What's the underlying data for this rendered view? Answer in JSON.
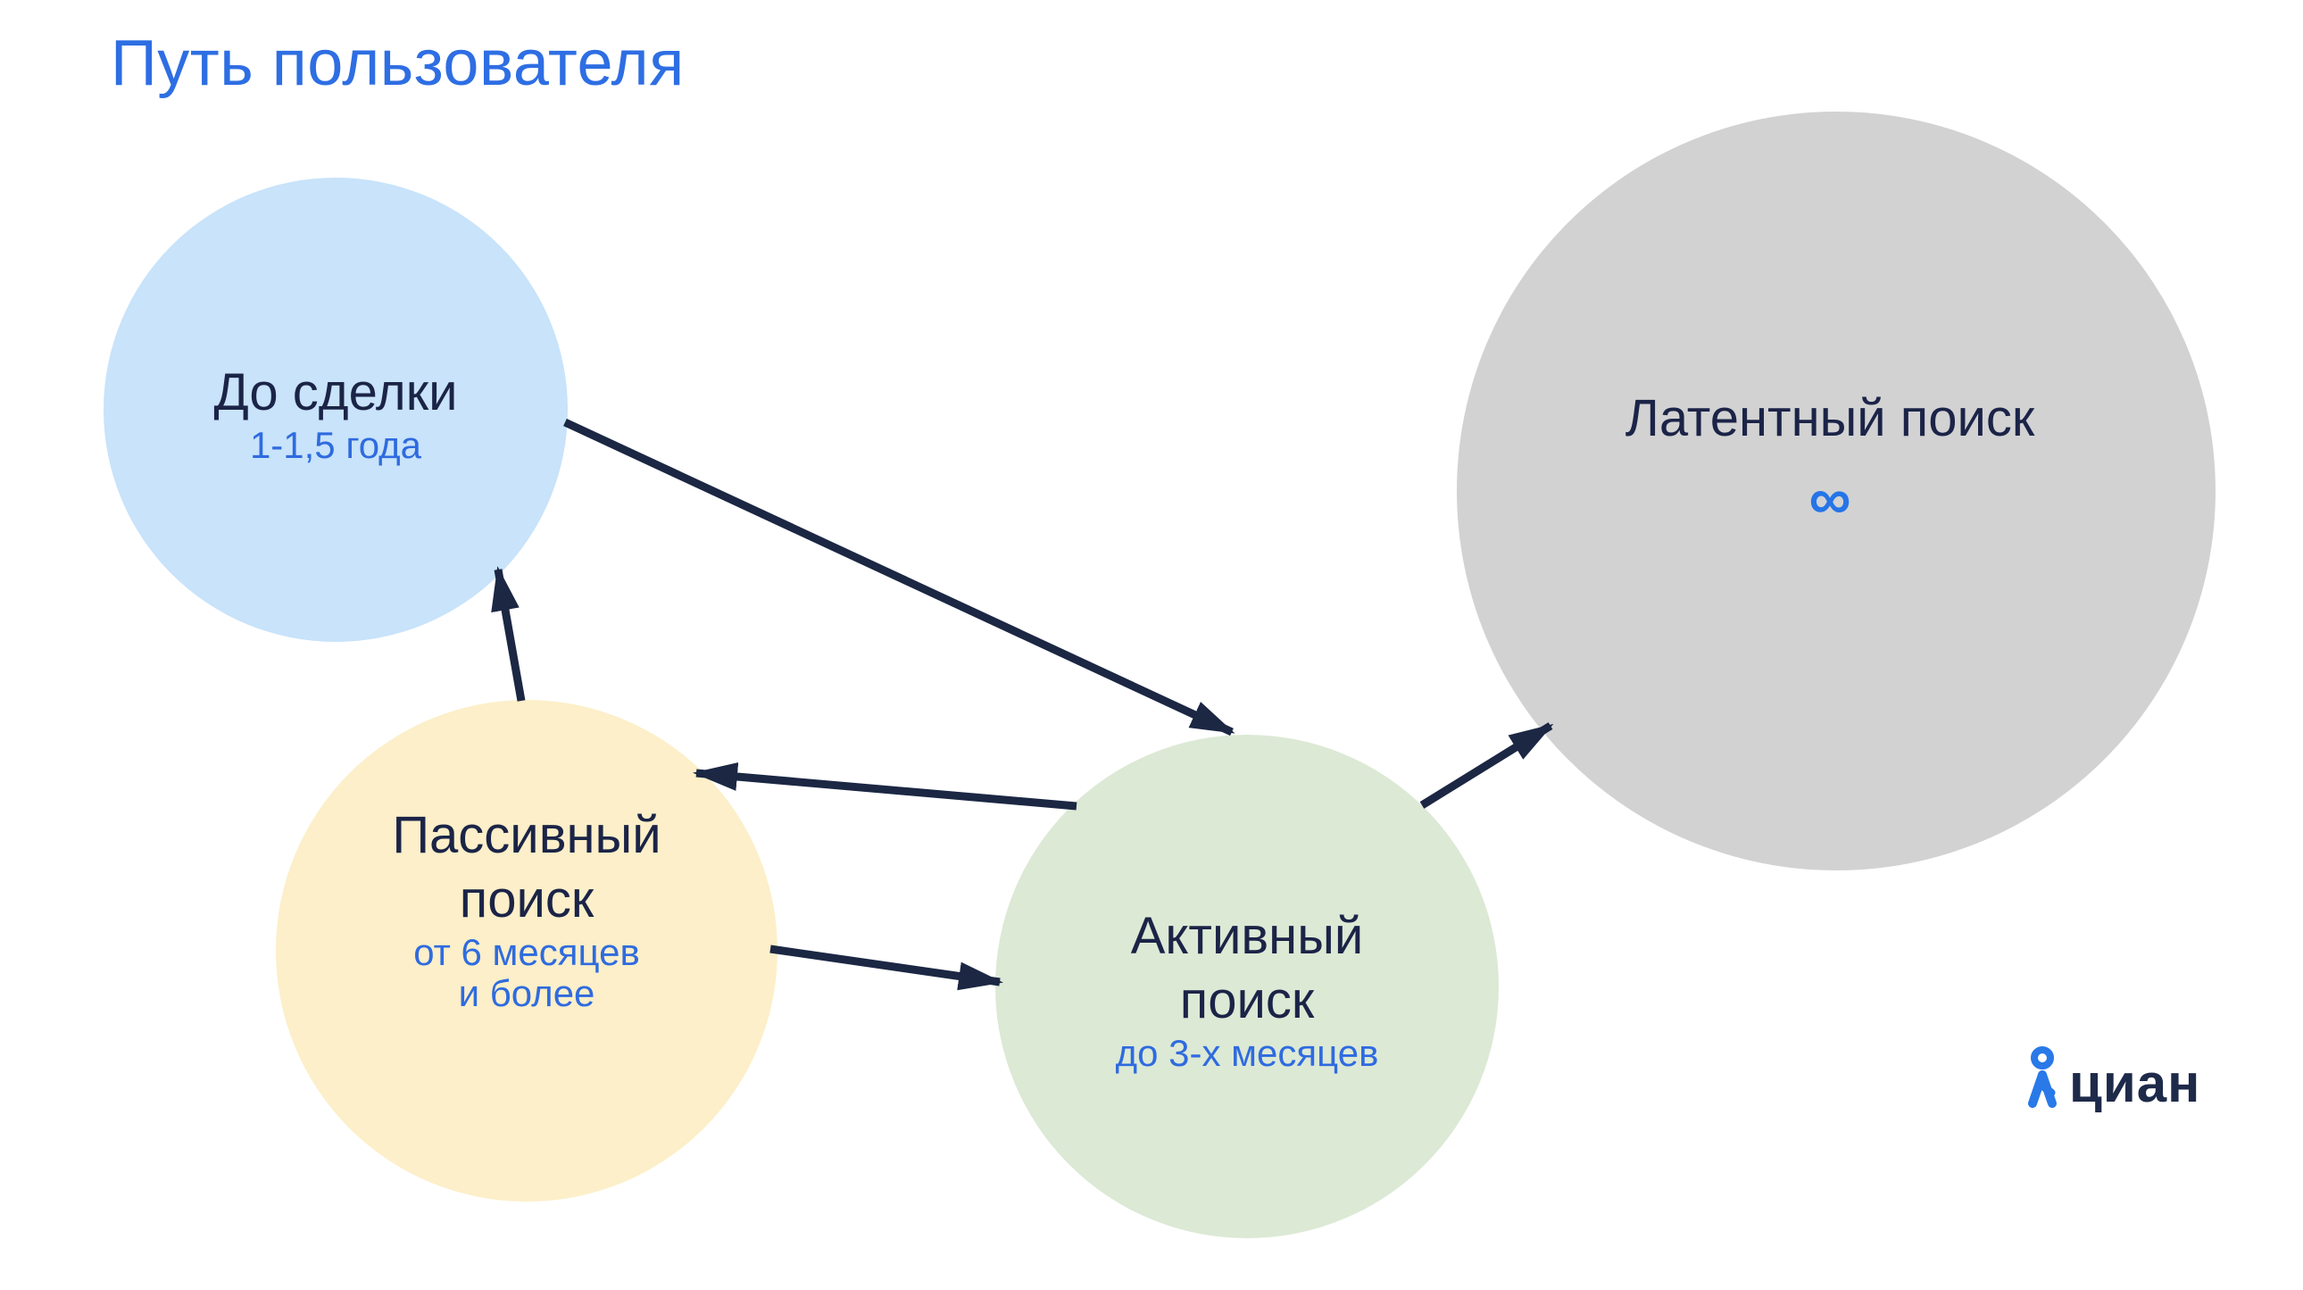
{
  "title": "Путь пользователя",
  "nodes": {
    "pre_deal": {
      "label": "До сделки",
      "sublabel": "1-1,5 года"
    },
    "passive": {
      "label_line1": "Пассивный",
      "label_line2": "поиск",
      "sublabel_line1": "от 6 месяцев",
      "sublabel_line2": "и более"
    },
    "active": {
      "label_line1": "Активный",
      "label_line2": "поиск",
      "sublabel": "до 3-х месяцев"
    },
    "latent": {
      "label": "Латентный поиск",
      "symbol": "∞"
    }
  },
  "edges": [
    {
      "from": "pre_deal",
      "to": "active"
    },
    {
      "from": "passive",
      "to": "pre_deal"
    },
    {
      "from": "active",
      "to": "passive"
    },
    {
      "from": "passive",
      "to": "active"
    },
    {
      "from": "active",
      "to": "latent"
    }
  ],
  "logo": {
    "text": "циан",
    "icon": "cian-pin-person-icon"
  },
  "colors": {
    "arrow": "#1b2743",
    "circle_pre_deal": "#c8e3fa",
    "circle_passive": "#fcefc9",
    "circle_active": "#dce9d5",
    "circle_latent": "#d2d2d3",
    "title_blue": "#2e6ee3",
    "sublabel_blue": "#2f6bdf",
    "logo_blue": "#2979e8"
  }
}
